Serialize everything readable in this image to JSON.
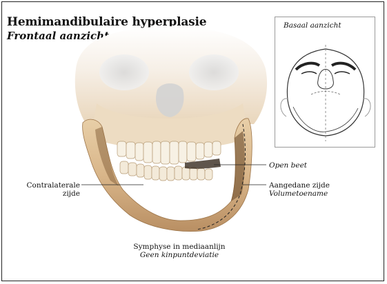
{
  "header": {
    "title": "Hemimandibulaire hyperplasie",
    "subtitle": "Frontaal aanzicht"
  },
  "inset": {
    "title": "Basaal aanzicht"
  },
  "labels": {
    "open_bite": "Open beet",
    "contralateral_line1": "Contralaterale",
    "contralateral_line2": "zijde",
    "affected_line1": "Aangedane zijde",
    "affected_line2": "Volumetoename",
    "symphysis_line1": "Symphyse in mediaanlijn",
    "symphysis_line2": "Geen kinpuntdeviatie"
  },
  "colors": {
    "bone_light": "#f3e7d4",
    "bone_mid": "#dcc09a",
    "bone_dark": "#a87e52",
    "tooth": "#f7f1e4",
    "leader_line": "#222222",
    "frame": "#222222"
  }
}
